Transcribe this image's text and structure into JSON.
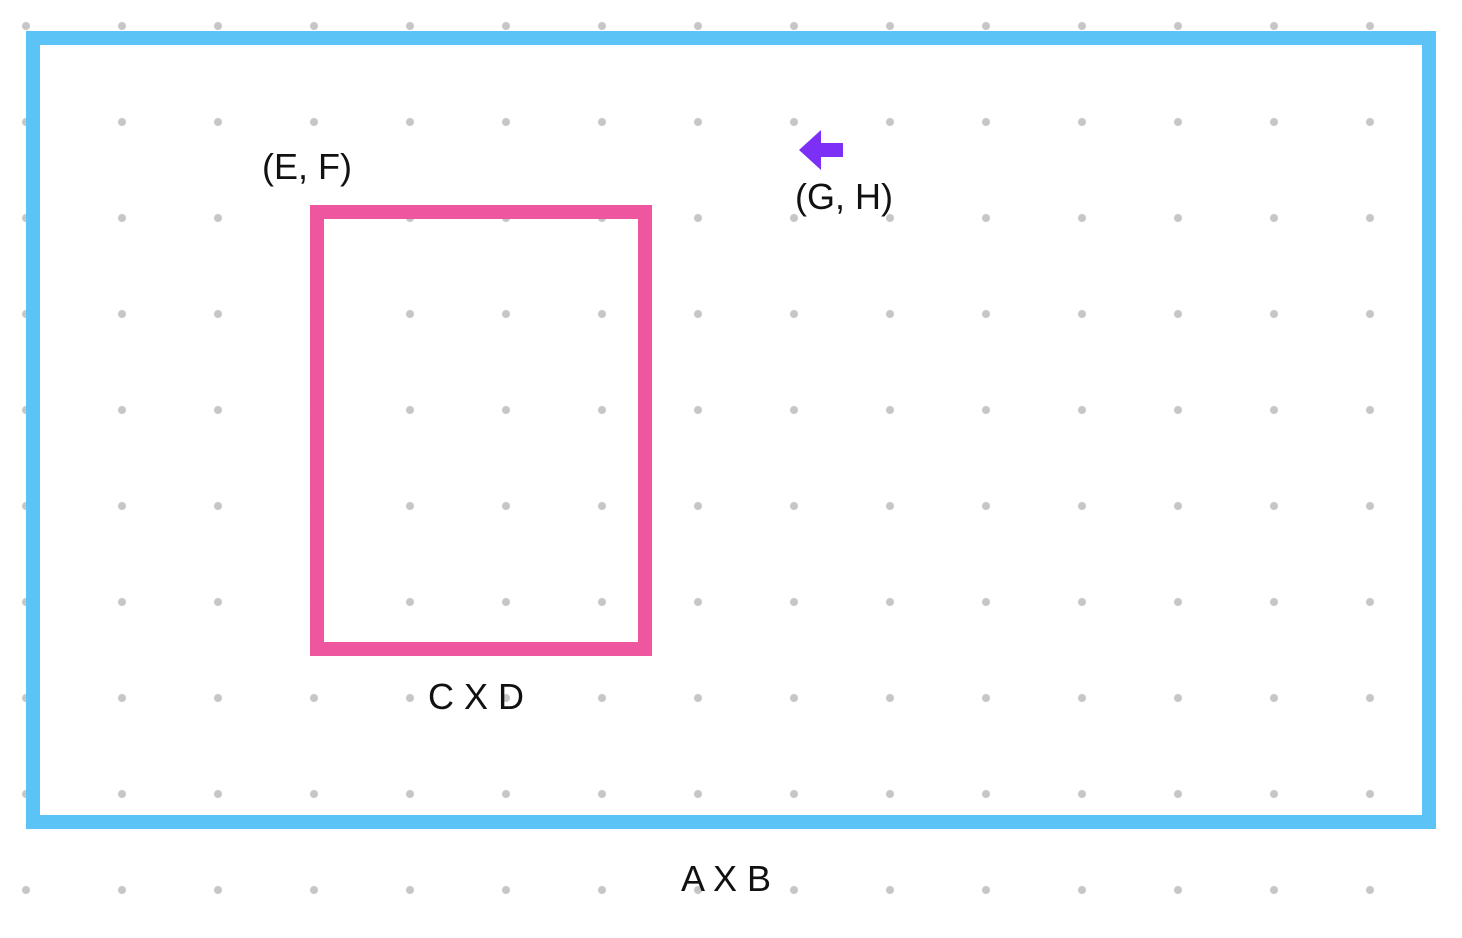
{
  "outer_frame": {
    "size_label": "A X B",
    "color": "#5bc3f5"
  },
  "inner_frame": {
    "size_label": "C X D",
    "origin_label": "(E, F)",
    "color": "#ee579f"
  },
  "cursor": {
    "label": "(G, H)",
    "icon": "arrow-left-icon",
    "color": "#7b2ff7"
  },
  "background": {
    "grid": "dot-grid",
    "dot_color": "#c6c6c6"
  }
}
